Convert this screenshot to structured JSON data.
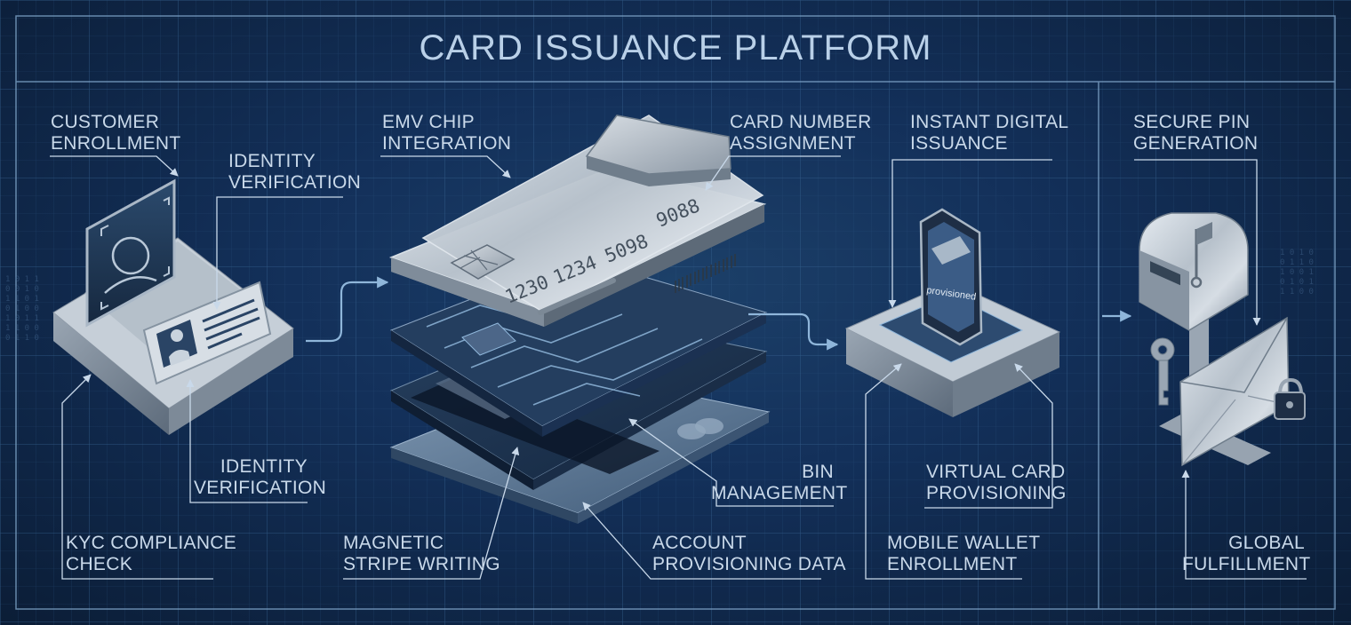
{
  "title": "CARD ISSUANCE PLATFORM",
  "labels": {
    "customer_enrollment": [
      "CUSTOMER",
      "ENROLLMENT"
    ],
    "identity_verification_top": [
      "IDENTITY",
      "VERIFICATION"
    ],
    "identity_verification_bottom": [
      "IDENTITY",
      "VERIFICATION"
    ],
    "kyc_compliance": [
      "KYC COMPLIANCE",
      "CHECK"
    ],
    "emv_chip": [
      "EMV CHIP",
      "INTEGRATION"
    ],
    "card_number": [
      "CARD NUMBER",
      "ASSIGNMENT"
    ],
    "bin_management": [
      "BIN",
      "MANAGEMENT"
    ],
    "magnetic_stripe": [
      "MAGNETIC",
      "STRIPE WRITING"
    ],
    "account_provisioning": [
      "ACCOUNT",
      "PROVISIONING DATA"
    ],
    "instant_digital": [
      "INSTANT DIGITAL",
      "ISSUANCE"
    ],
    "virtual_card": [
      "VIRTUAL CARD",
      "PROVISIONING"
    ],
    "mobile_wallet": [
      "MOBILE WALLET",
      "ENROLLMENT"
    ],
    "secure_pin": [
      "SECURE PIN",
      "GENERATION"
    ],
    "global_fulfillment": [
      "GLOBAL",
      "FULFILLMENT"
    ]
  },
  "card": {
    "number_groups": [
      "1230",
      "1234",
      "5098",
      "9088"
    ]
  },
  "phone": {
    "status_text": "provisioned"
  },
  "icons": [
    "face-scan-icon",
    "id-card-icon",
    "emv-chip-icon",
    "barcode-icon",
    "smartphone-icon",
    "mailbox-icon",
    "envelope-icon",
    "key-icon",
    "padlock-icon",
    "flow-arrow-icon"
  ],
  "colors": {
    "background": "#13305a",
    "grid": "#2f5a86",
    "label_text": "#c9d9ea",
    "metal": "#b9c3cd",
    "accent_line": "#8fb6da"
  }
}
